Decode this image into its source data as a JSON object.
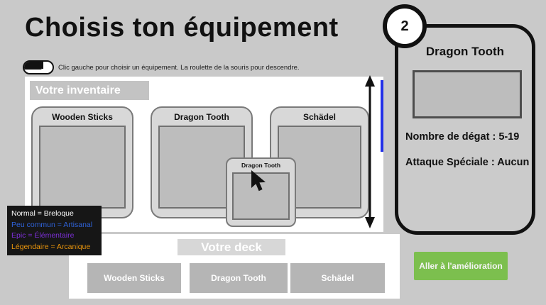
{
  "page": {
    "title": "Choisis ton équipement",
    "instruction": "Clic gauche pour choisir un équipement. La roulette de la souris pour descendre."
  },
  "inventory": {
    "header": "Votre inventaire",
    "cards": [
      {
        "name": "Wooden Sticks"
      },
      {
        "name": "Dragon Tooth"
      },
      {
        "name": "Schädel"
      }
    ],
    "dragged_card": {
      "name": "Dragon Tooth"
    }
  },
  "rarity_legend": {
    "items": [
      {
        "label": "Normal = Breloque",
        "color": "#ffffff"
      },
      {
        "label": "Peu commun = Artisanal",
        "color": "#2f62d8"
      },
      {
        "label": "Epic = Élémentaire",
        "color": "#7c2fd6"
      },
      {
        "label": "Légendaire = Arcanique",
        "color": "#e8940c"
      }
    ]
  },
  "deck": {
    "header": "Votre deck",
    "slots": [
      "Wooden Sticks",
      "Dragon Tooth",
      "Schädel"
    ]
  },
  "detail_panel": {
    "step_number": "2",
    "title": "Dragon Tooth",
    "damage_label": "Nombre de dégat : 5-19",
    "special_label": "Attaque Spéciale : Aucun"
  },
  "actions": {
    "upgrade_button": "Aller à l'amélioration"
  },
  "colors": {
    "accent_green": "#7cbf4e",
    "scrollbar_blue": "#2230e8"
  }
}
